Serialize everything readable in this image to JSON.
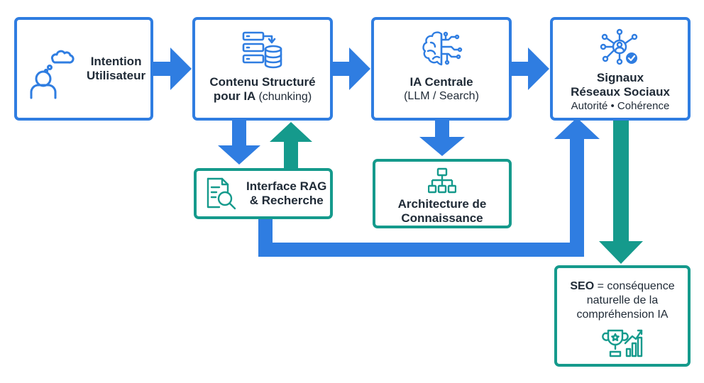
{
  "colors": {
    "blue": "#2f7de1",
    "teal": "#159a8c",
    "text": "#1f2a36"
  },
  "nodes": {
    "intention": {
      "line1": "Intention",
      "line2": "Utilisateur",
      "icon": "user-thought-icon"
    },
    "contenu": {
      "line1": "Contenu Structuré",
      "line2_bold": "pour IA",
      "line2_regular": "(chunking)",
      "icon": "database-server-icon"
    },
    "ia": {
      "line1": "IA Centrale",
      "line2": "(LLM / Search)",
      "icon": "brain-circuit-icon"
    },
    "signaux": {
      "line1": "Signaux",
      "line2": "Réseaux Sociaux",
      "line3": "Autorité • Cohérence",
      "icon": "network-check-icon"
    },
    "rag": {
      "line1": "Interface RAG",
      "line2": "& Recherche",
      "icon": "document-search-icon"
    },
    "architecture": {
      "line1": "Architecture de",
      "line2": "Connaissance",
      "icon": "hierarchy-icon"
    },
    "seo": {
      "bold": "SEO",
      "rest1": "= conséquence",
      "line2": "naturelle de la",
      "line3": "compréhension IA",
      "icon": "trophy-chart-icon"
    }
  }
}
